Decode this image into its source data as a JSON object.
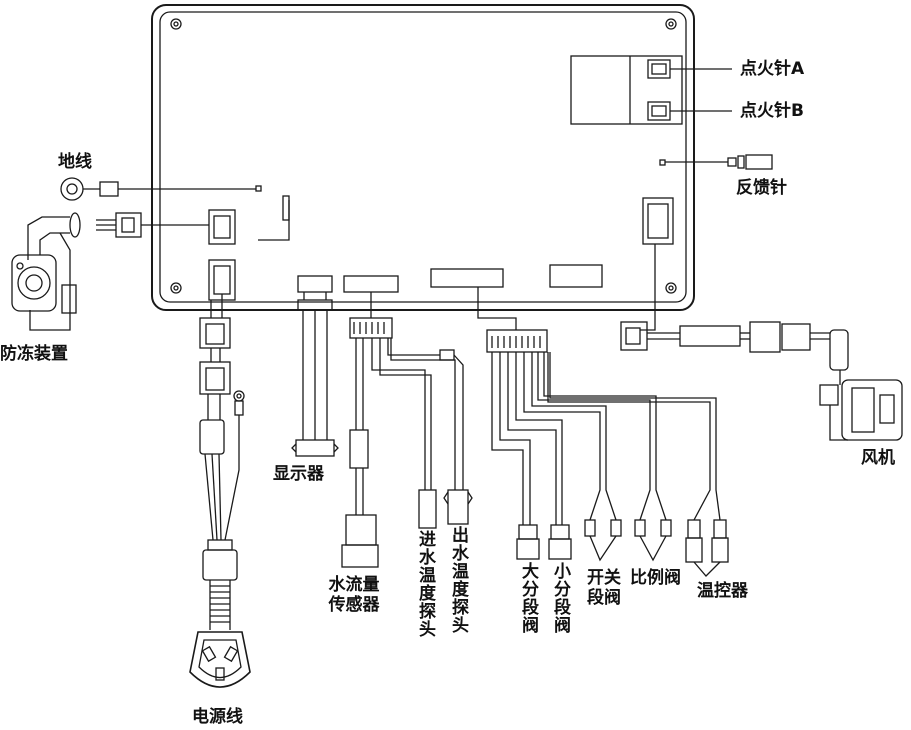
{
  "diagram": {
    "labels": {
      "ignition_a": "点火针A",
      "ignition_b": "点火针B",
      "feedback": "反馈针",
      "ground": "地线",
      "antifreeze": "防冻装置",
      "display": "显示器",
      "flow_sensor_line1": "水流量",
      "flow_sensor_line2": "传感器",
      "inlet_probe": "进水温度探头",
      "outlet_probe": "出水温度探头",
      "big_valve": "大分段阀",
      "small_valve": "小分段阀",
      "switch_valve_line1": "开关",
      "switch_valve_line2": "段阀",
      "proportional_valve": "比例阀",
      "thermostat": "温控器",
      "fan": "风机",
      "power_cord": "电源线"
    },
    "colors": {
      "line": "#1a1a1a",
      "board_fill": "#ffffff"
    }
  }
}
